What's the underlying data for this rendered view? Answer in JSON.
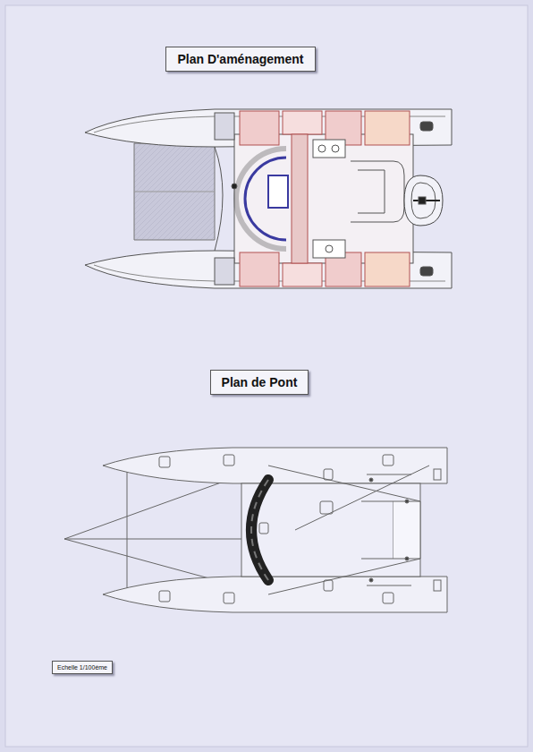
{
  "diagram": {
    "nodes": [
      {
        "text": [
          "Plan D'aménagement"
        ]
      },
      {
        "text": [
          "Plan de Pont"
        ]
      },
      {
        "text": [
          "Echelle 1/100ème"
        ]
      }
    ]
  }
}
